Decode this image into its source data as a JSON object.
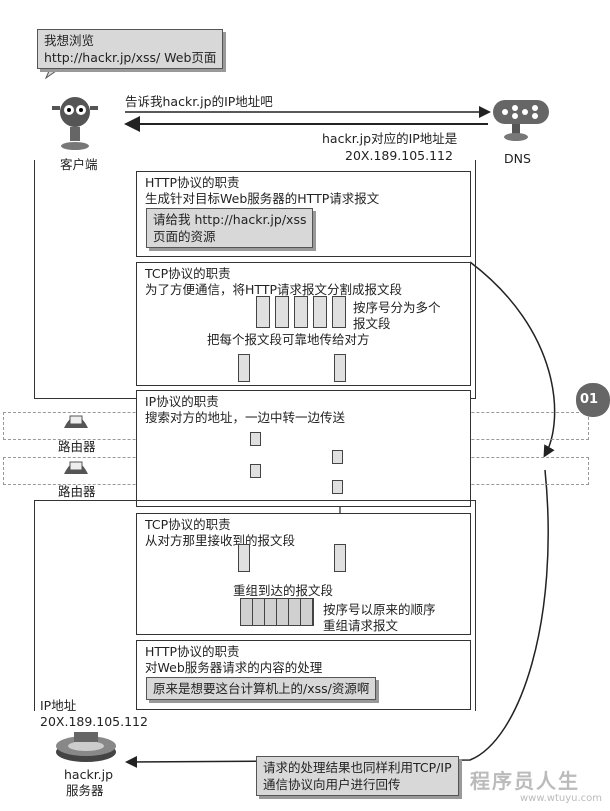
{
  "client": {
    "bubble_line1": "我想浏览",
    "bubble_line2": "http://hackr.jp/xss/ Web页面",
    "label": "客户端"
  },
  "dns": {
    "label": "DNS",
    "request": "告诉我hackr.jp的IP地址吧",
    "reply_line1": "hackr.jp对应的IP地址是",
    "reply_line2": "20X.189.105.112"
  },
  "http_send": {
    "title": "HTTP协议的职责",
    "desc": "生成针对目标Web服务器的HTTP请求报文",
    "callout_line1": "请给我 http://hackr.jp/xss",
    "callout_line2": "页面的资源"
  },
  "tcp_send": {
    "title": "TCP协议的职责",
    "desc": "为了方便通信，将HTTP请求报文分割成报文段",
    "note_line1": "按序号分为多个",
    "note_line2": "报文段",
    "deliver": "把每个报文段可靠地传给对方"
  },
  "ip": {
    "title": "IP协议的职责",
    "desc": "搜索对方的地址，一边中转一边传送"
  },
  "routers": [
    "路由器",
    "路由器"
  ],
  "tcp_recv": {
    "title": "TCP协议的职责",
    "desc": "从对方那里接收到的报文段",
    "reassemble": "重组到达的报文段",
    "note_line1": "按序号以原来的顺序",
    "note_line2": "重组请求报文"
  },
  "http_recv": {
    "title": "HTTP协议的职责",
    "desc": "对Web服务器请求的内容的处理",
    "callout": "原来是想要这台计算机上的/xss/资源啊"
  },
  "server": {
    "ip_label": "IP地址",
    "ip_value": "20X.189.105.112",
    "name_line1": "hackr.jp",
    "name_line2": "服务器"
  },
  "response_note_line1": "请求的处理结果也同样利用TCP/IP",
  "response_note_line2": "通信协议向用户进行回传",
  "page_tab": "01",
  "watermark_line1": "程序员人生",
  "watermark_line2": "www.wtuyu.com"
}
